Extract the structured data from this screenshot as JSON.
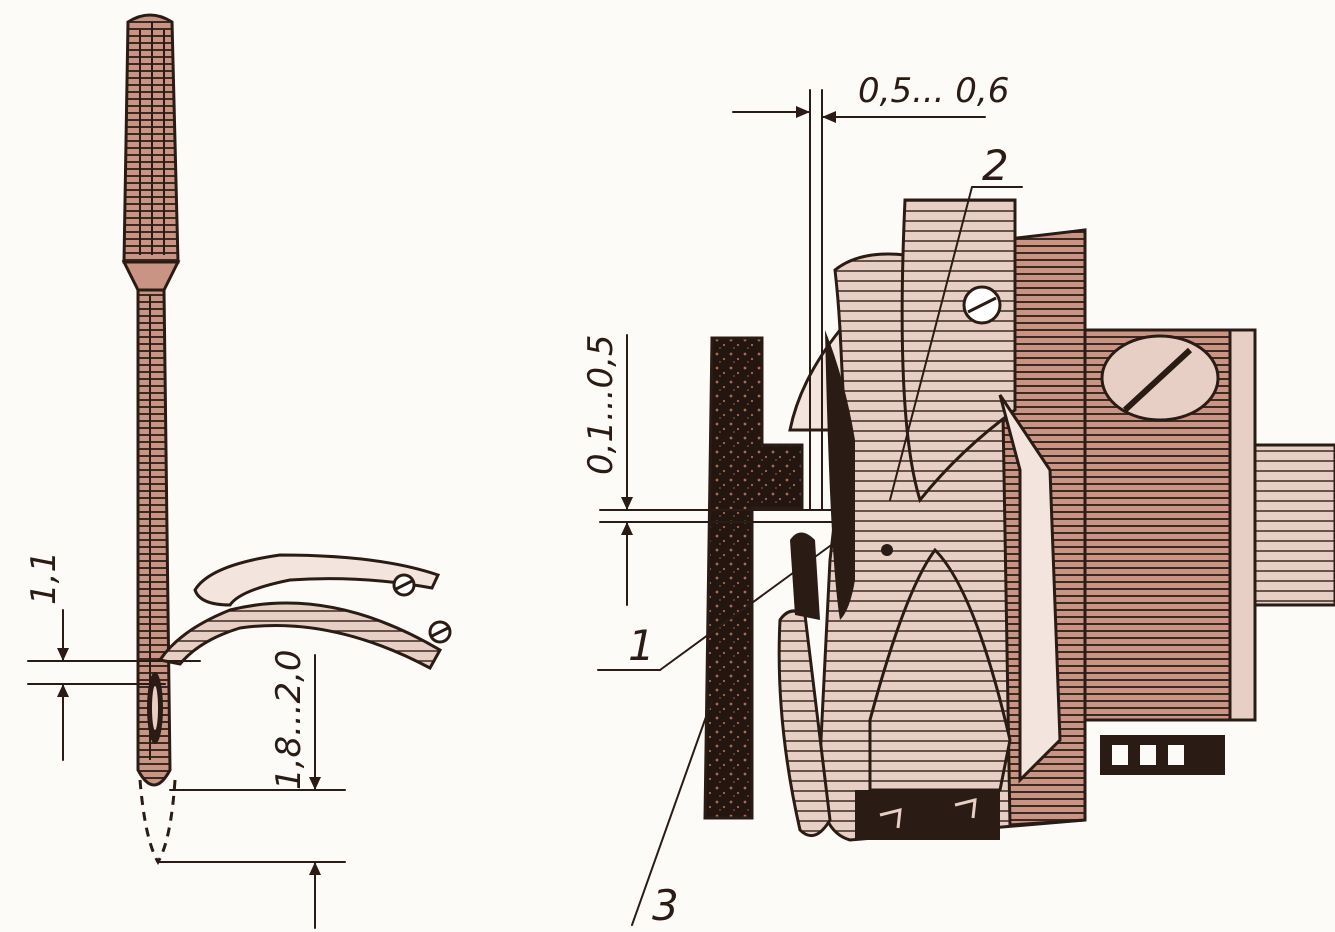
{
  "figure": {
    "dimensions": {
      "needle_eye_offset": "1,1",
      "needle_stroke": "1,8...2,0",
      "hook_gap": "0,5... 0,6",
      "vertical_gap": "0,1...0,5"
    },
    "callouts": {
      "one": "1",
      "two": "2",
      "three": "3"
    },
    "colors": {
      "ink": "#2a1c14",
      "shade": "#7a4a38",
      "light": "#d9b2a4",
      "paper": "#fdfbf8"
    }
  }
}
